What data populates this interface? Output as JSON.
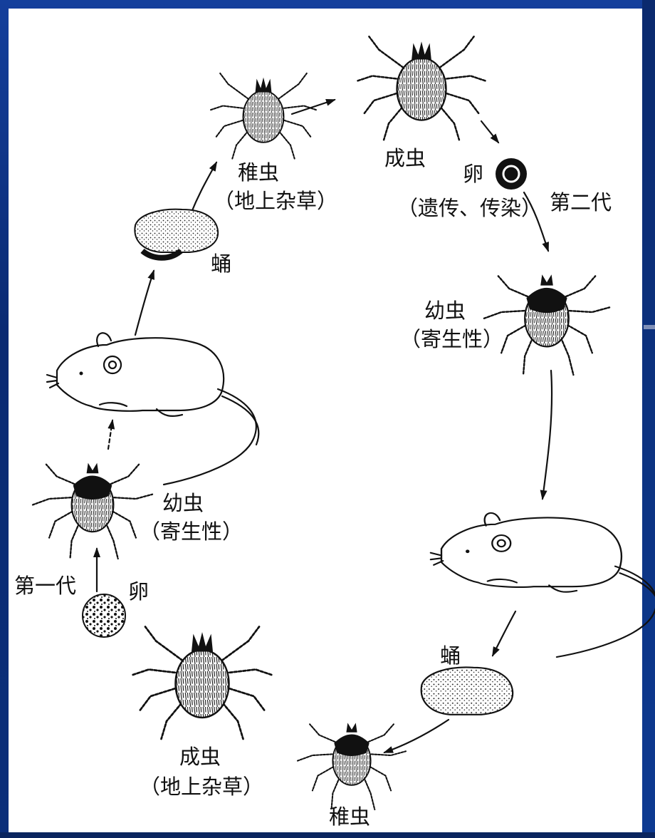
{
  "labels": {
    "nymph_top": "稚虫",
    "nymph_top_habitat": "（地上杂草）",
    "adult_top": "成虫",
    "egg_top": "卵",
    "egg_transmission": "（遗传、传染）",
    "generation_two": "第二代",
    "pupa_left": "蛹",
    "larva_right": "幼虫",
    "larva_right_note": "（寄生性）",
    "larva_left": "幼虫",
    "larva_left_note": "（寄生性）",
    "generation_one": "第一代",
    "egg_left": "卵",
    "adult_bottom": "成虫",
    "adult_bottom_habitat": "（地上杂草）",
    "pupa_right": "蛹",
    "nymph_bottom": "稚虫"
  },
  "colors": {
    "frame": "#0b2f7a",
    "panel": "#ffffff",
    "ink": "#111111"
  }
}
